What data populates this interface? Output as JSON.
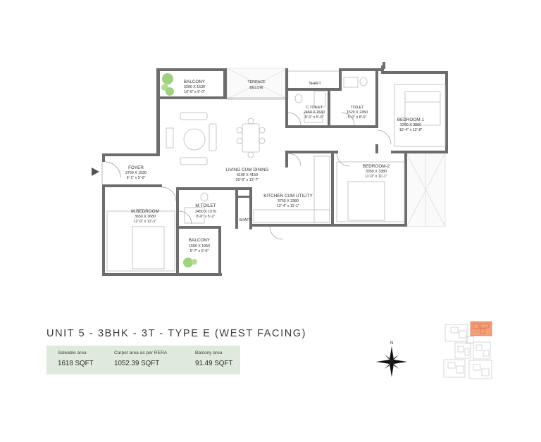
{
  "rooms": {
    "balcony_top": {
      "name": "BALCONY",
      "metric": "3200 X 1530",
      "imperial": "10'-6\" x 5'-0\""
    },
    "terrace": {
      "line1": "TERRACE",
      "line2": "BELOW"
    },
    "shaft_top": "SHAFT",
    "c_toilet": {
      "name": "C.TOILET",
      "metric": "2450 X 1530",
      "imperial": "8'-0\" x 5'-0\""
    },
    "toilet": {
      "name": "TOILET",
      "metric": "1520 X 2450",
      "imperial": "5'-0\" x 8'-0\""
    },
    "bedroom1": {
      "name": "BEDROOM-1",
      "metric": "3200 X 3860",
      "imperial": "10'-4\" x 12'-8\""
    },
    "foyer": {
      "name": "FOYER",
      "metric": "2760 X 1530",
      "imperial": "9'-1\" x 5'-0\""
    },
    "living": {
      "name": "LIVING CUM DINING",
      "metric": "6100 X 4150",
      "imperial": "20'-0\" x 13'-7\""
    },
    "bedroom2": {
      "name": "BEDROOM-2",
      "metric": "3350 X 3380",
      "imperial": "11'-0\" x 11'-1\""
    },
    "kitchen": {
      "name": "KITCHEN CUM UTILITY",
      "metric": "3750 X 3380",
      "imperial": "12'-4\" x 11'-1\""
    },
    "m_bedroom": {
      "name": "M.BEDROOM",
      "metric": "3650 X 3680",
      "imperial": "12'-0\" x 12'-1\""
    },
    "m_toilet": {
      "name": "M.TOILET",
      "metric": "2450 X 1570",
      "imperial": "8'-0\" x 5'-2\""
    },
    "shaft_mid": "SHAFT",
    "balcony_bottom": {
      "name": "BALCONY",
      "metric": "1560 X 1950",
      "imperial": "5'-7\" x 6'-5\""
    }
  },
  "compass": {
    "north_label": "N"
  },
  "unit": {
    "title": "UNIT 5 - 3BHK - 3T - TYPE E (WEST FACING)",
    "saleable_label": "Saleable area",
    "saleable_value": "1618 SQFT",
    "carpet_label": "Carpet area as per RERA",
    "carpet_value": "1052.39 SQFT",
    "balcony_label": "Balcony area",
    "balcony_value": "91.49 SQFT"
  },
  "colors": {
    "wall": "#6d6d6d",
    "area_box": "#dfeadd",
    "plant": "#9fd17f",
    "highlight_unit": "#f2a07a"
  }
}
